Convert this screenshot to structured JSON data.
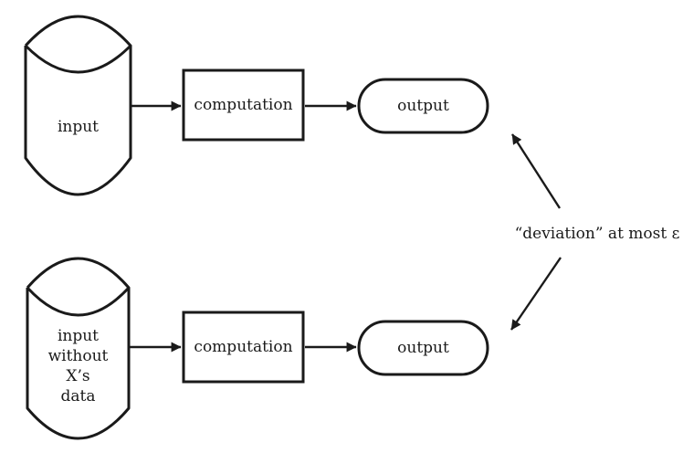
{
  "diagram": {
    "annotation": {
      "label": "“deviation” at most ε"
    },
    "top_pipeline": {
      "input_label": "input",
      "computation_label": "computation",
      "output_label": "output"
    },
    "bottom_pipeline": {
      "input_lines": [
        "input",
        "without",
        "X’s",
        "data"
      ],
      "computation_label": "computation",
      "output_label": "output"
    },
    "colors": {
      "stroke": "#1a1a1a",
      "background": "#ffffff"
    }
  }
}
